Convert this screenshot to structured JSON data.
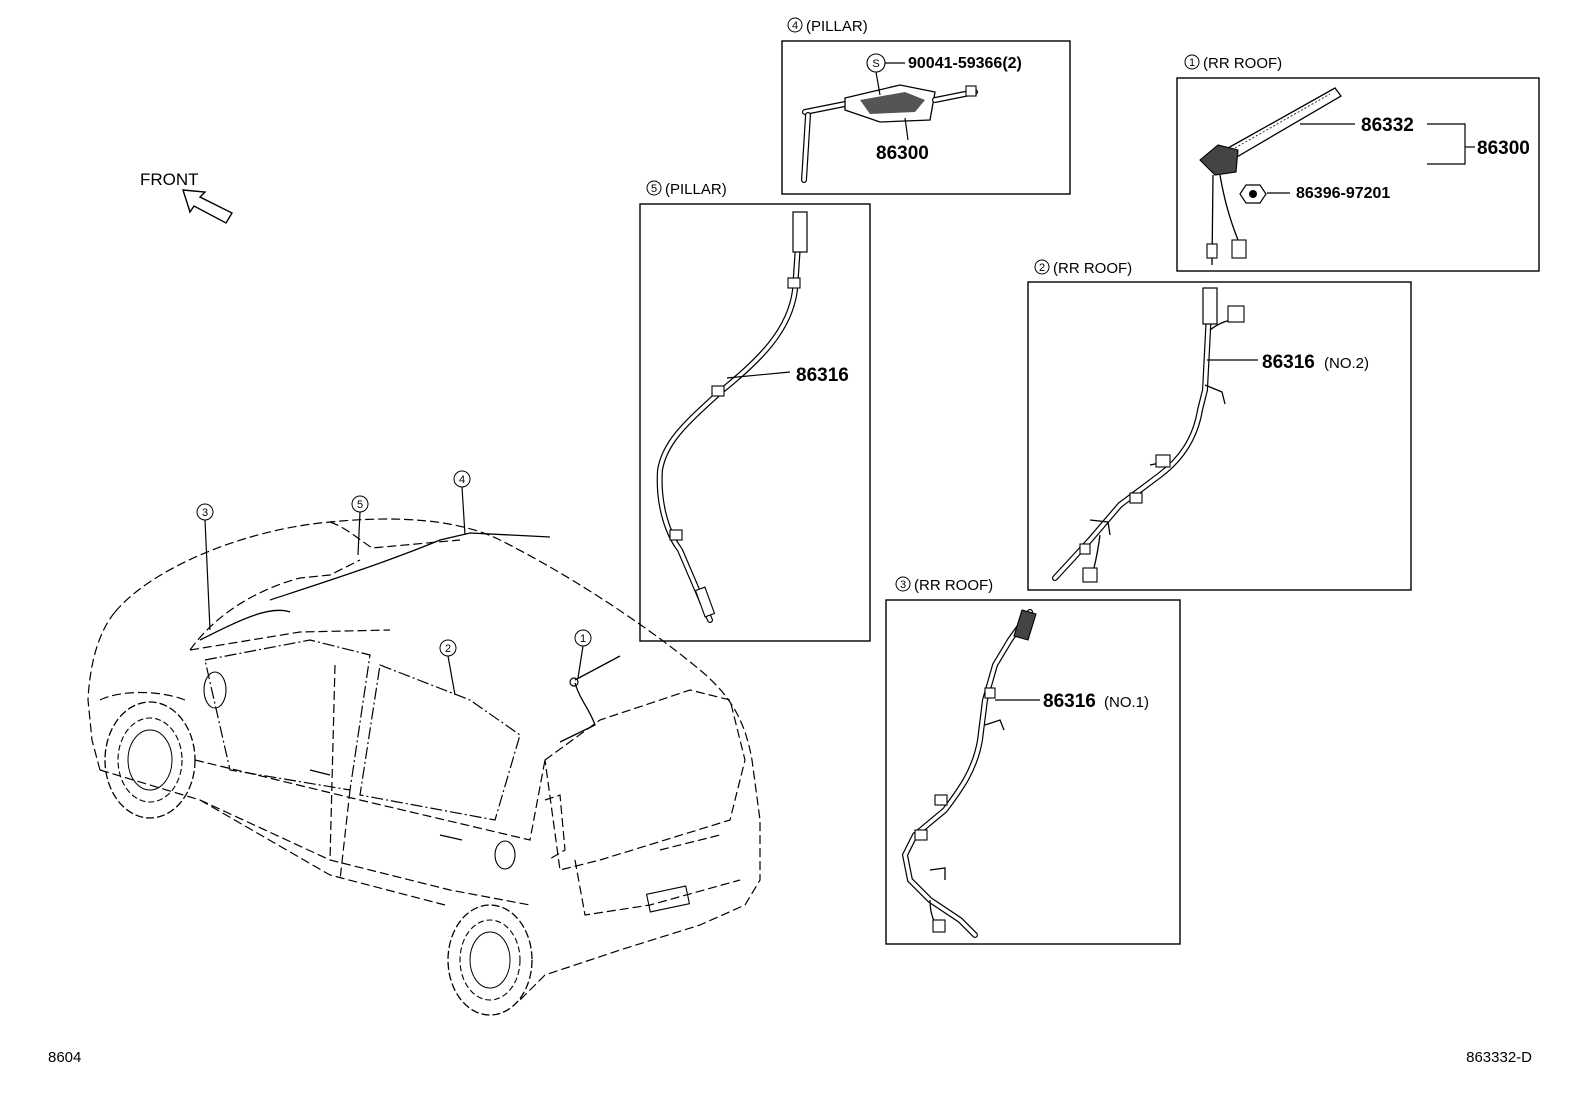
{
  "front_label": "FRONT",
  "callouts": {
    "c1": "1",
    "c2": "2",
    "c3": "3",
    "c4": "4",
    "c5": "5",
    "s": "S"
  },
  "panels": {
    "p4": {
      "num": "4",
      "title": "(PILLAR)",
      "bolt": "90041-59366(2)",
      "part": "86300"
    },
    "p5": {
      "num": "5",
      "title": "(PILLAR)",
      "part": "86316"
    },
    "p1": {
      "num": "1",
      "title": "(RR ROOF)",
      "rod": "86332",
      "assy": "86300",
      "nut": "86396-97201"
    },
    "p2": {
      "num": "2",
      "title": "(RR ROOF)",
      "part": "86316",
      "suffix": "(NO.2)"
    },
    "p3": {
      "num": "3",
      "title": "(RR ROOF)",
      "part": "86316",
      "suffix": "(NO.1)"
    }
  },
  "footer": {
    "left": "8604",
    "right": "863332-D"
  }
}
